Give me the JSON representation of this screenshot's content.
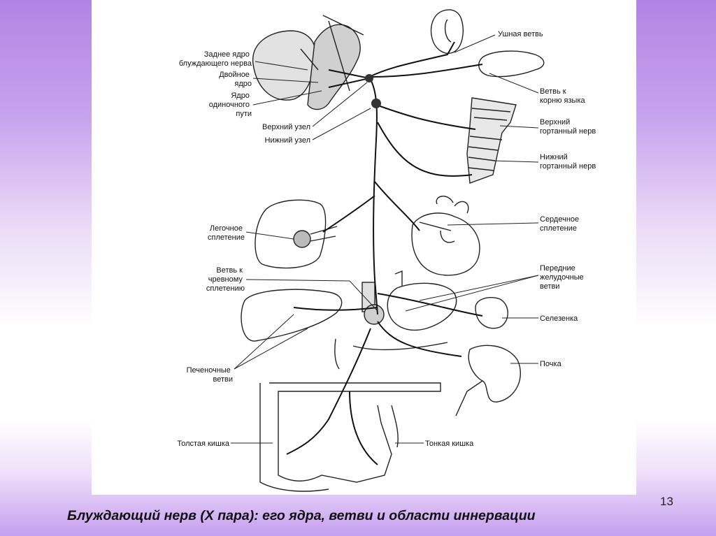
{
  "labels": {
    "posterior_nucleus": [
      "Заднее ядро",
      "блуждающего нерва"
    ],
    "double_nucleus": [
      "Двойное",
      "ядро"
    ],
    "solitary_nucleus": [
      "Ядро",
      "одиночного",
      "пути"
    ],
    "upper_ganglion": [
      "Верхний узел"
    ],
    "lower_ganglion": [
      "Нижний узел"
    ],
    "ear_branch": [
      "Ушная ветвь"
    ],
    "tongue_branch": [
      "Ветвь к",
      "корню языка"
    ],
    "upper_laryngeal": [
      "Верхний",
      "гортанный нерв"
    ],
    "lower_laryngeal": [
      "Нижний",
      "гортанный нерв"
    ],
    "pulmonary_plexus": [
      "Легочное",
      "сплетение"
    ],
    "cardiac_plexus": [
      "Сердечное",
      "сплетение"
    ],
    "celiac_branch": [
      "Ветвь к",
      "чревному",
      "сплетению"
    ],
    "gastric_branches": [
      "Передние",
      "желудочные",
      "ветви"
    ],
    "spleen": [
      "Селезенка"
    ],
    "hepatic_branches": [
      "Печеночные",
      "ветви"
    ],
    "kidney": [
      "Почка"
    ],
    "large_intestine": [
      "Толстая кишка"
    ],
    "small_intestine": [
      "Тонкая кишка"
    ]
  },
  "page_number": "13",
  "caption": "Блуждающий нерв (X пара): его ядра, ветви и области иннервации"
}
